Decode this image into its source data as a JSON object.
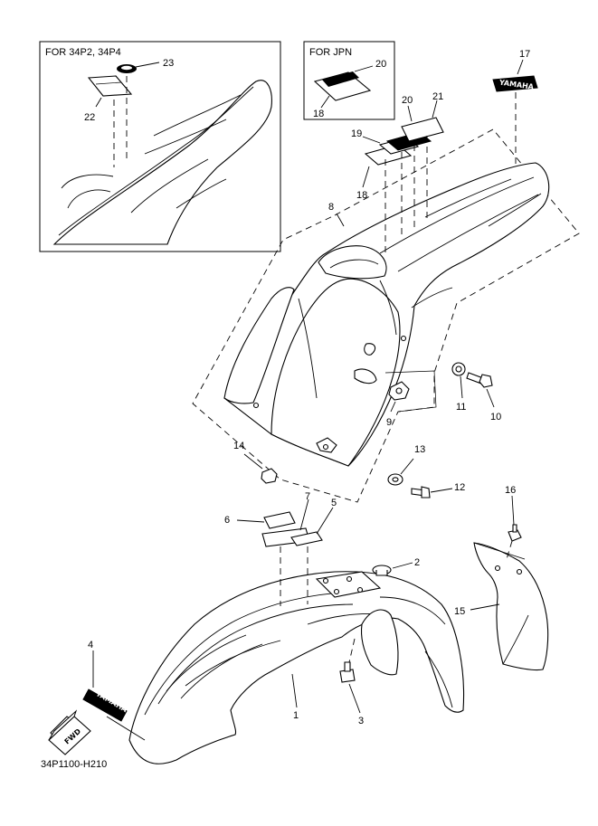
{
  "diagram_code": "34P1100-H210",
  "inset_boxes": {
    "models": "FOR 34P2, 34P4",
    "region": "FOR JPN"
  },
  "decals": {
    "brand": "YAMAHA",
    "direction": "FWD"
  },
  "callouts": {
    "c1": "1",
    "c2": "2",
    "c3": "3",
    "c4": "4",
    "c5": "5",
    "c6": "6",
    "c7": "7",
    "c8": "8",
    "c9": "9",
    "c10": "10",
    "c11": "11",
    "c12": "12",
    "c13": "13",
    "c14": "14",
    "c15": "15",
    "c16": "16",
    "c17": "17",
    "c18": "18",
    "c18b": "18",
    "c19": "19",
    "c20": "20",
    "c20b": "20",
    "c21": "21",
    "c22": "22",
    "c23": "23"
  }
}
